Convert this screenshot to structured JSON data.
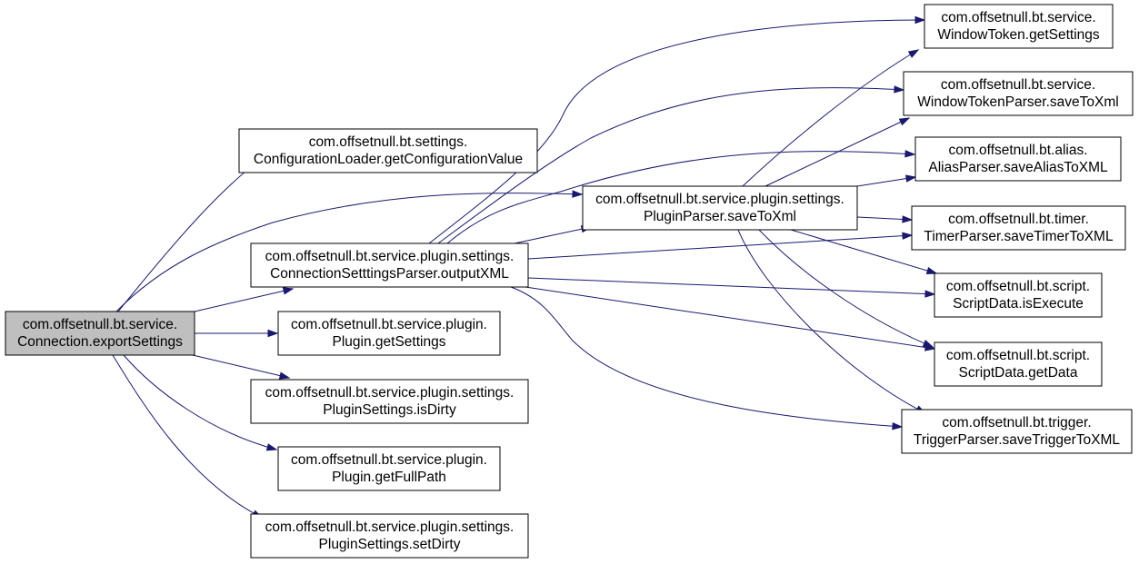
{
  "colors": {
    "edge": "#191970",
    "node_fill": "#ffffff",
    "root_fill": "#bfbfbf",
    "border": "#000000"
  },
  "nodes": [
    {
      "id": "exportSettings",
      "lines": [
        "com.offsetnull.bt.service.",
        "Connection.exportSettings"
      ],
      "root": true
    },
    {
      "id": "getConfigurationValue",
      "lines": [
        "com.offsetnull.bt.settings.",
        "ConfigurationLoader.getConfigurationValue"
      ]
    },
    {
      "id": "outputXML",
      "lines": [
        "com.offsetnull.bt.service.plugin.settings.",
        "ConnectionSetttingsParser.outputXML"
      ]
    },
    {
      "id": "pluginGetSettings",
      "lines": [
        "com.offsetnull.bt.service.plugin.",
        "Plugin.getSettings"
      ]
    },
    {
      "id": "isDirty",
      "lines": [
        "com.offsetnull.bt.service.plugin.settings.",
        "PluginSettings.isDirty"
      ]
    },
    {
      "id": "getFullPath",
      "lines": [
        "com.offsetnull.bt.service.plugin.",
        "Plugin.getFullPath"
      ]
    },
    {
      "id": "setDirty",
      "lines": [
        "com.offsetnull.bt.service.plugin.settings.",
        "PluginSettings.setDirty"
      ]
    },
    {
      "id": "pluginParserSaveToXml",
      "lines": [
        "com.offsetnull.bt.service.plugin.settings.",
        "PluginParser.saveToXml"
      ]
    },
    {
      "id": "windowTokenGetSettings",
      "lines": [
        "com.offsetnull.bt.service.",
        "WindowToken.getSettings"
      ]
    },
    {
      "id": "windowTokenParserSaveToXml",
      "lines": [
        "com.offsetnull.bt.service.",
        "WindowTokenParser.saveToXml"
      ]
    },
    {
      "id": "saveAliasToXML",
      "lines": [
        "com.offsetnull.bt.alias.",
        "AliasParser.saveAliasToXML"
      ]
    },
    {
      "id": "saveTimerToXML",
      "lines": [
        "com.offsetnull.bt.timer.",
        "TimerParser.saveTimerToXML"
      ]
    },
    {
      "id": "isExecute",
      "lines": [
        "com.offsetnull.bt.script.",
        "ScriptData.isExecute"
      ]
    },
    {
      "id": "getData",
      "lines": [
        "com.offsetnull.bt.script.",
        "ScriptData.getData"
      ]
    },
    {
      "id": "saveTriggerToXML",
      "lines": [
        "com.offsetnull.bt.trigger.",
        "TriggerParser.saveTriggerToXML"
      ]
    }
  ],
  "edges": [
    {
      "from": "exportSettings",
      "to": "getConfigurationValue"
    },
    {
      "from": "exportSettings",
      "to": "pluginParserSaveToXml"
    },
    {
      "from": "exportSettings",
      "to": "outputXML"
    },
    {
      "from": "exportSettings",
      "to": "pluginGetSettings"
    },
    {
      "from": "exportSettings",
      "to": "isDirty"
    },
    {
      "from": "exportSettings",
      "to": "getFullPath"
    },
    {
      "from": "exportSettings",
      "to": "setDirty"
    },
    {
      "from": "outputXML",
      "to": "windowTokenGetSettings"
    },
    {
      "from": "outputXML",
      "to": "windowTokenParserSaveToXml"
    },
    {
      "from": "outputXML",
      "to": "saveAliasToXML"
    },
    {
      "from": "outputXML",
      "to": "pluginParserSaveToXml"
    },
    {
      "from": "outputXML",
      "to": "saveTimerToXML"
    },
    {
      "from": "outputXML",
      "to": "isExecute"
    },
    {
      "from": "outputXML",
      "to": "getData"
    },
    {
      "from": "outputXML",
      "to": "saveTriggerToXML"
    },
    {
      "from": "pluginParserSaveToXml",
      "to": "windowTokenGetSettings"
    },
    {
      "from": "pluginParserSaveToXml",
      "to": "windowTokenParserSaveToXml"
    },
    {
      "from": "pluginParserSaveToXml",
      "to": "saveAliasToXML"
    },
    {
      "from": "pluginParserSaveToXml",
      "to": "saveTimerToXML"
    },
    {
      "from": "pluginParserSaveToXml",
      "to": "isExecute"
    },
    {
      "from": "pluginParserSaveToXml",
      "to": "getData"
    },
    {
      "from": "pluginParserSaveToXml",
      "to": "saveTriggerToXML"
    }
  ]
}
